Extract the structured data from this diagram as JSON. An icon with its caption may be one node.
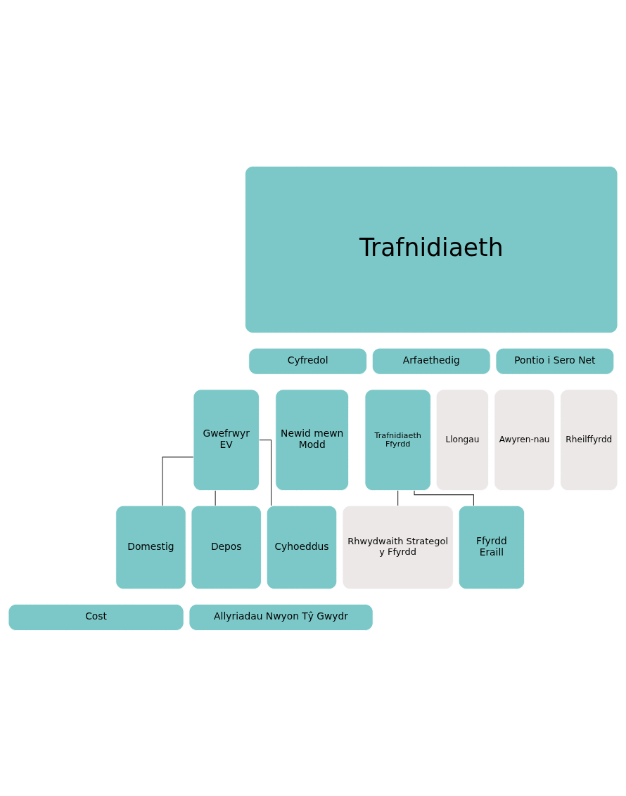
{
  "diagram": {
    "nodes": [
      {
        "text": [
          "Trafnidiaeth"
        ]
      },
      {
        "text": [
          "Cyfredol"
        ]
      },
      {
        "text": [
          "Arfaethedig"
        ]
      },
      {
        "text": [
          "Pontio i Sero Net"
        ]
      },
      {
        "text": [
          "Gwefrwyr EV"
        ]
      },
      {
        "text": [
          "Trafnidiaeth Ffyrdd"
        ]
      },
      {
        "text": [
          "Newid mewn Modd"
        ]
      },
      {
        "text": [
          "Llongau"
        ]
      },
      {
        "text": [
          "Awyren-nau"
        ]
      },
      {
        "text": [
          "Rheilffyrdd"
        ]
      },
      {
        "text": [
          "Domestig"
        ]
      },
      {
        "text": [
          "Cyhoeddus"
        ]
      },
      {
        "text": [
          "Depos"
        ]
      },
      {
        "text": [
          "Rhwydwaith Strategol y Ffyrdd"
        ]
      },
      {
        "text": [
          "Ffyrdd Eraill"
        ]
      },
      {
        "text": [
          "Cost"
        ]
      },
      {
        "text": [
          "Allyriadau Nwyon Tŷ Gwydr"
        ]
      }
    ],
    "edges": [
      {
        "from": 4,
        "to": 10,
        "arrow": "none"
      },
      {
        "from": 4,
        "to": 11,
        "arrow": "none"
      },
      {
        "from": 4,
        "to": 12,
        "arrow": "none"
      },
      {
        "from": 5,
        "to": 13,
        "arrow": "none"
      },
      {
        "from": 5,
        "to": 14,
        "arrow": "none"
      }
    ]
  }
}
